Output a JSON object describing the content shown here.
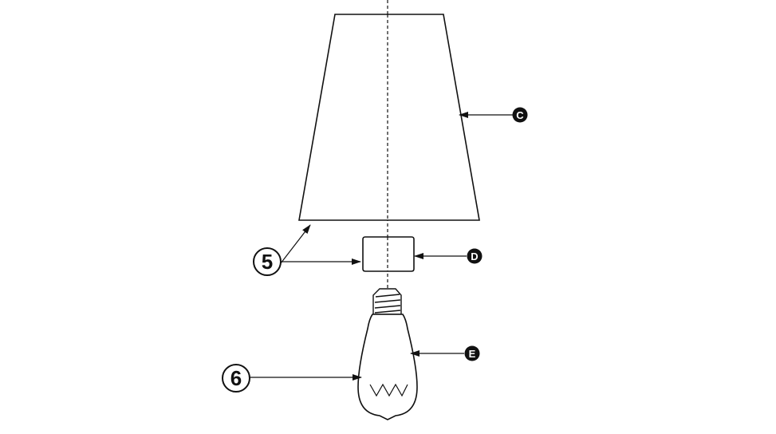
{
  "callouts": {
    "step_5": "5",
    "step_6": "6",
    "part_c": "C",
    "part_d": "D",
    "part_e": "E"
  },
  "colors": {
    "line": "#111111",
    "background": "#ffffff",
    "badge_fill": "#111111",
    "badge_text": "#ffffff"
  },
  "icons": {
    "arrowhead": "arrowhead-icon",
    "filament": "zigzag-filament-icon"
  }
}
